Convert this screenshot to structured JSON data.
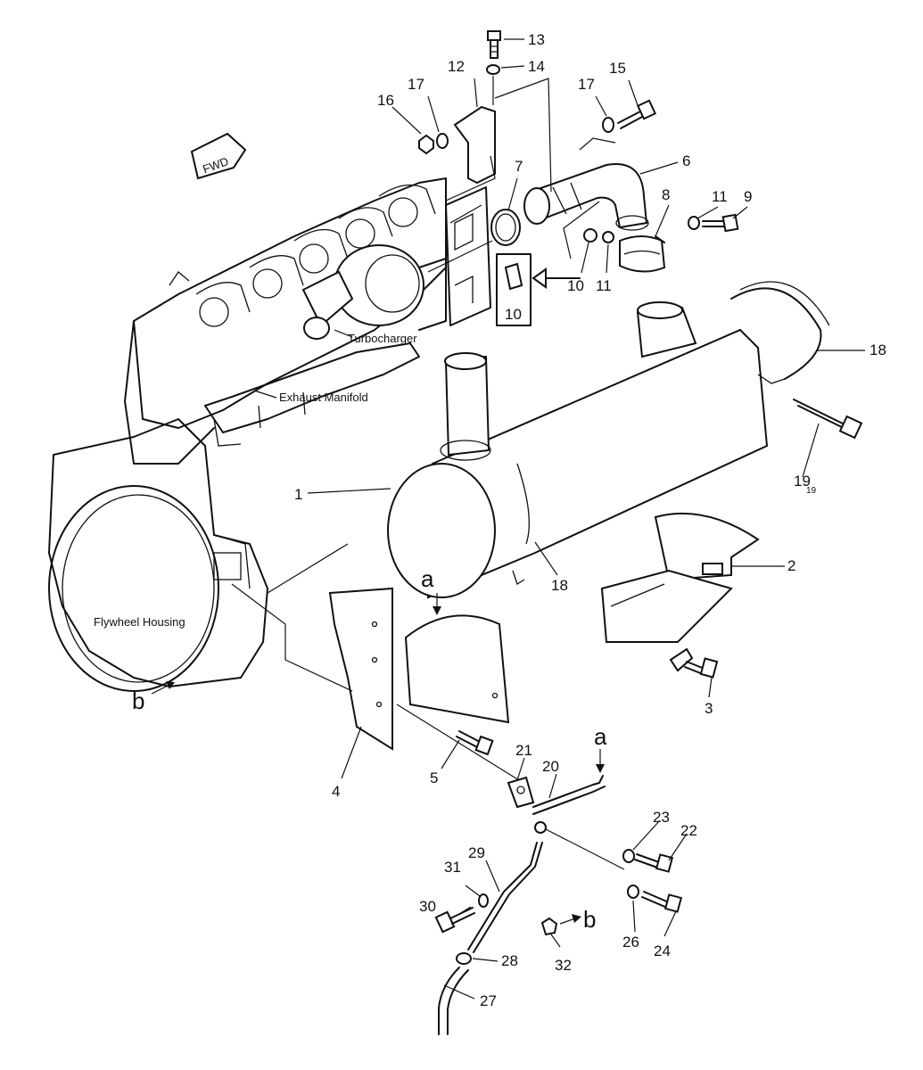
{
  "labels": {
    "turbocharger": "Turbocharger",
    "exhaust_manifold": "Exhaust Manifold",
    "flywheel_housing": "Flywheel Housing",
    "fwd": "FWD"
  },
  "callouts": {
    "c1": "1",
    "c2": "2",
    "c3": "3",
    "c4": "4",
    "c5": "5",
    "c6": "6",
    "c7": "7",
    "c8": "8",
    "c9": "9",
    "c10a": "10",
    "c10b": "10",
    "c11a": "11",
    "c11b": "11",
    "c12": "12",
    "c13": "13",
    "c14": "14",
    "c15": "15",
    "c16": "16",
    "c17a": "17",
    "c17b": "17",
    "c18a": "18",
    "c18b": "18",
    "c19": "19",
    "c19sub": "19",
    "c20": "20",
    "c21": "21",
    "c22": "22",
    "c23": "23",
    "c24": "24",
    "c26": "26",
    "c27": "27",
    "c28": "28",
    "c29": "29",
    "c30": "30",
    "c31": "31",
    "c32": "32"
  },
  "refs": {
    "a_top": "a",
    "a_pipe": "a",
    "b_housing": "b",
    "b_pipe": "b"
  },
  "colors": {
    "ink": "#111111",
    "paper": "#ffffff"
  }
}
